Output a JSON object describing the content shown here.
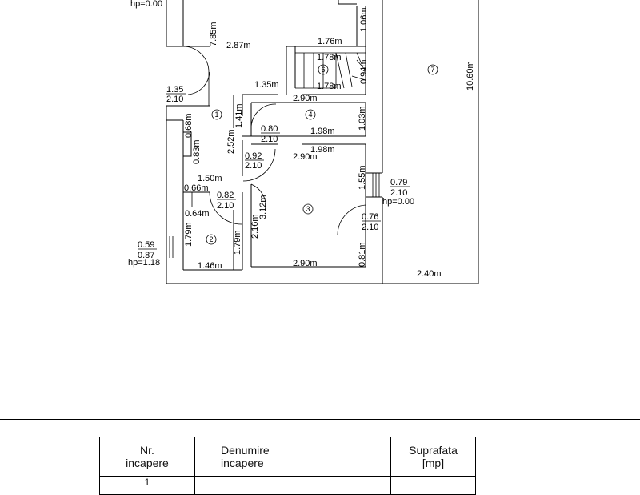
{
  "plan": {
    "dimensions": {
      "hp_top": "hp=0.00",
      "d_785": "7.85m",
      "d_287": "2.87m",
      "d_106": "1.06m",
      "d_176": "1.76m",
      "d_178a": "1.78m",
      "d_178b": "1.78m",
      "d_094": "0.94m",
      "d_1060": "10.60m",
      "d_135": "1.35m",
      "d_290a": "2.90m",
      "d_141": "1.41m",
      "d_103": "1.03m",
      "d_198a": "1.98m",
      "d_198b": "1.98m",
      "d_068": "0.68m",
      "d_083": "0.83m",
      "d_252": "2.52m",
      "d_290b": "2.90m",
      "d_150": "1.50m",
      "d_066": "0.66m",
      "d_155": "1.55m",
      "d_064": "0.64m",
      "d_216": "2.16m",
      "d_312": "3.12m",
      "d_179a": "1.79m",
      "d_179b": "1.79m",
      "d_081": "0.81m",
      "d_146": "1.46m",
      "d_290c": "2.90m",
      "d_240": "2.40m"
    },
    "openings": {
      "door_entry": [
        "1.35",
        "2.10"
      ],
      "door_4": [
        "0.80",
        "2.10"
      ],
      "door_092": [
        "0.92",
        "2.10"
      ],
      "door_2": [
        "0.82",
        "2.10"
      ],
      "door_3": [
        "0.76",
        "2.10"
      ],
      "window_7": [
        "0.79",
        "2.10",
        "hp=0.00"
      ],
      "window_2": [
        "0.59",
        "0.87",
        "hp=1.18"
      ]
    },
    "rooms": {
      "r1": "1",
      "r2": "2",
      "r3": "3",
      "r4": "4",
      "r6": "6",
      "r7": "7"
    }
  },
  "table": {
    "headers": {
      "nr": [
        "Nr.",
        "incapere"
      ],
      "name": [
        "Denumire",
        "incapere"
      ],
      "area": [
        "Suprafata",
        "[mp]"
      ]
    },
    "first_row_nr": "1"
  }
}
